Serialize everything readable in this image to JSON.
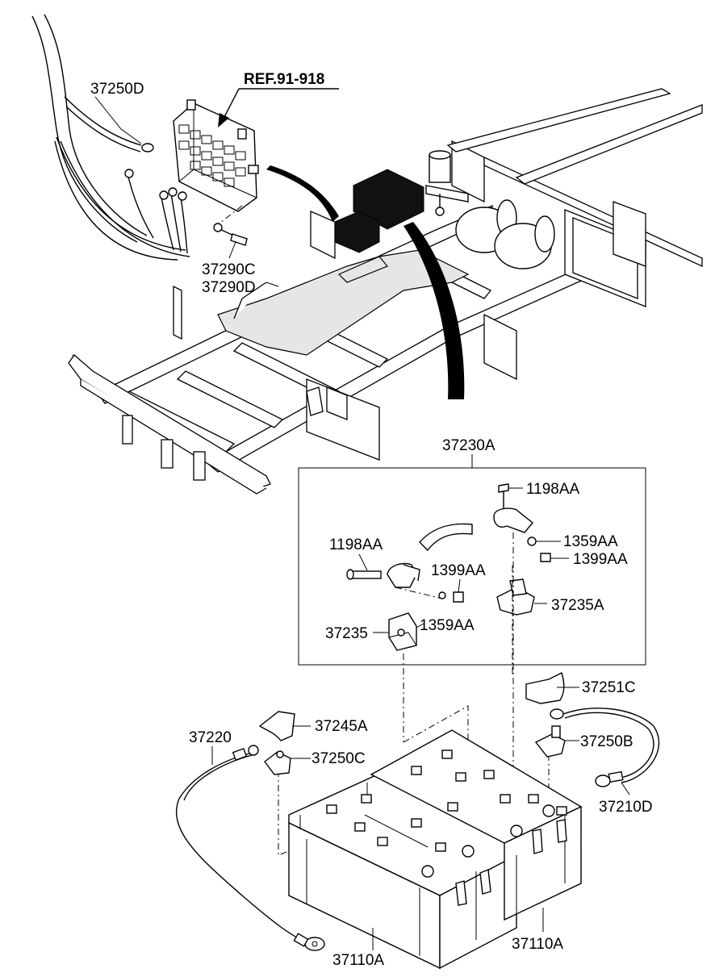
{
  "reference": {
    "text": "REF.91-918"
  },
  "labels": {
    "l37250D": "37250D",
    "l37290C": "37290C",
    "l37290D": "37290D",
    "l37230A": "37230A",
    "l1198AA_top": "1198AA",
    "l1359AA_right": "1359AA",
    "l1399AA_right": "1399AA",
    "l1198AA_left": "1198AA",
    "l1399AA_mid": "1399AA",
    "l37235A": "37235A",
    "l37235": "37235",
    "l1359AA_low": "1359AA",
    "l37251C": "37251C",
    "l37245A": "37245A",
    "l37220": "37220",
    "l37250C": "37250C",
    "l37250B": "37250B",
    "l37210D": "37210D",
    "l37110A_left": "37110A",
    "l37110A_right": "37110A"
  },
  "colors": {
    "ink": "#000000",
    "paper": "#ffffff",
    "fill_light": "#e6e6e6"
  }
}
